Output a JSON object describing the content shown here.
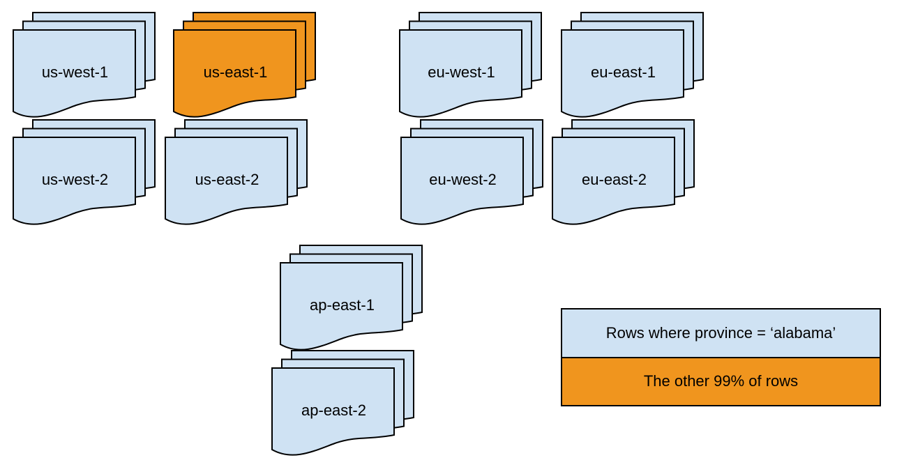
{
  "regions": [
    {
      "label": "us-west-1",
      "variant": "default"
    },
    {
      "label": "us-east-1",
      "variant": "highlight"
    },
    {
      "label": "eu-west-1",
      "variant": "default"
    },
    {
      "label": "eu-east-1",
      "variant": "default"
    },
    {
      "label": "us-west-2",
      "variant": "default"
    },
    {
      "label": "us-east-2",
      "variant": "default"
    },
    {
      "label": "eu-west-2",
      "variant": "default"
    },
    {
      "label": "eu-east-2",
      "variant": "default"
    },
    {
      "label": "ap-east-1",
      "variant": "default"
    },
    {
      "label": "ap-east-2",
      "variant": "default"
    }
  ],
  "legend": {
    "items": [
      {
        "label": "Rows where province = ‘alabama’",
        "color": "#cfe2f3"
      },
      {
        "label": "The other 99% of rows",
        "color": "#f0951e"
      }
    ]
  },
  "colors": {
    "document_fill": "#cfe2f3",
    "highlight_fill": "#f0951e",
    "outline": "#000000"
  }
}
